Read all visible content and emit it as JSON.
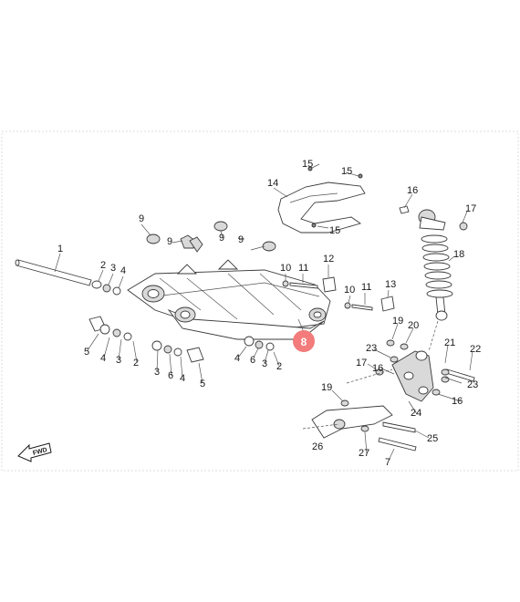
{
  "diagram": {
    "fwd_label": "FWD",
    "highlight": {
      "label": "8",
      "color": "#f37b7b"
    },
    "callouts": {
      "c1": "1",
      "c2a": "2",
      "c2b": "2",
      "c2c": "2",
      "c3a": "3",
      "c3b": "3",
      "c3c": "3",
      "c3d": "3",
      "c4a": "4",
      "c4b": "4",
      "c4c": "4",
      "c5a": "5",
      "c5b": "5",
      "c6a": "6",
      "c6b": "6",
      "c7": "7",
      "c9a": "9",
      "c9b": "9",
      "c9c": "9",
      "c9d": "9",
      "c10a": "10",
      "c10b": "10",
      "c11a": "11",
      "c11b": "11",
      "c12": "12",
      "c13": "13",
      "c14": "14",
      "c15a": "15",
      "c15b": "15",
      "c15c": "15",
      "c16a": "16",
      "c16b": "16",
      "c17a": "17",
      "c17b": "17",
      "c18": "18",
      "c19a": "19",
      "c19b": "19",
      "c20": "20",
      "c21": "21",
      "c22": "22",
      "c23a": "23",
      "c23b": "23",
      "c24": "24",
      "c25": "25",
      "c26": "26",
      "c27": "27"
    }
  }
}
